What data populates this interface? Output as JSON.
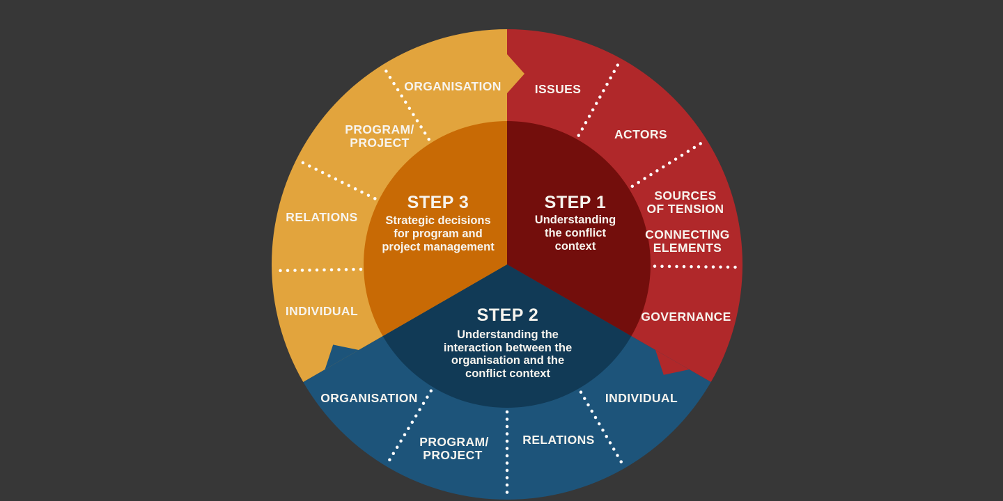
{
  "colors": {
    "background": "#373737",
    "step1_outer": "#B0282A",
    "step1_inner": "#730E0C",
    "step2_outer": "#1D547A",
    "step2_inner": "#113A56",
    "step3_outer": "#E2A43D",
    "step3_inner": "#C86A05",
    "label_text": "#F7F4EE",
    "dots": "#FFFFFF"
  },
  "steps": {
    "step1": {
      "title": "STEP 1",
      "line1": "Understanding",
      "line2": "the conflict",
      "line3": "context",
      "categories": {
        "issues": "ISSUES",
        "actors": "ACTORS",
        "sources_line1": "SOURCES",
        "sources_line2": "OF TENSION",
        "connecting_line1": "CONNECTING",
        "connecting_line2": "ELEMENTS",
        "governance": "GOVERNANCE"
      }
    },
    "step2": {
      "title": "STEP 2",
      "line1": "Understanding the",
      "line2": "interaction between the",
      "line3": "organisation and the",
      "line4": "conflict context",
      "categories": {
        "individual": "INDIVIDUAL",
        "relations": "RELATIONS",
        "program_line1": "PROGRAM/",
        "program_line2": "PROJECT",
        "organisation": "ORGANISATION"
      }
    },
    "step3": {
      "title": "STEP 3",
      "line1": "Strategic decisions",
      "line2": "for program and",
      "line3": "project management",
      "categories": {
        "individual": "INDIVIDUAL",
        "relations": "RELATIONS",
        "program_line1": "PROGRAM/",
        "program_line2": "PROJECT",
        "organisation": "ORGANISATION"
      }
    }
  }
}
